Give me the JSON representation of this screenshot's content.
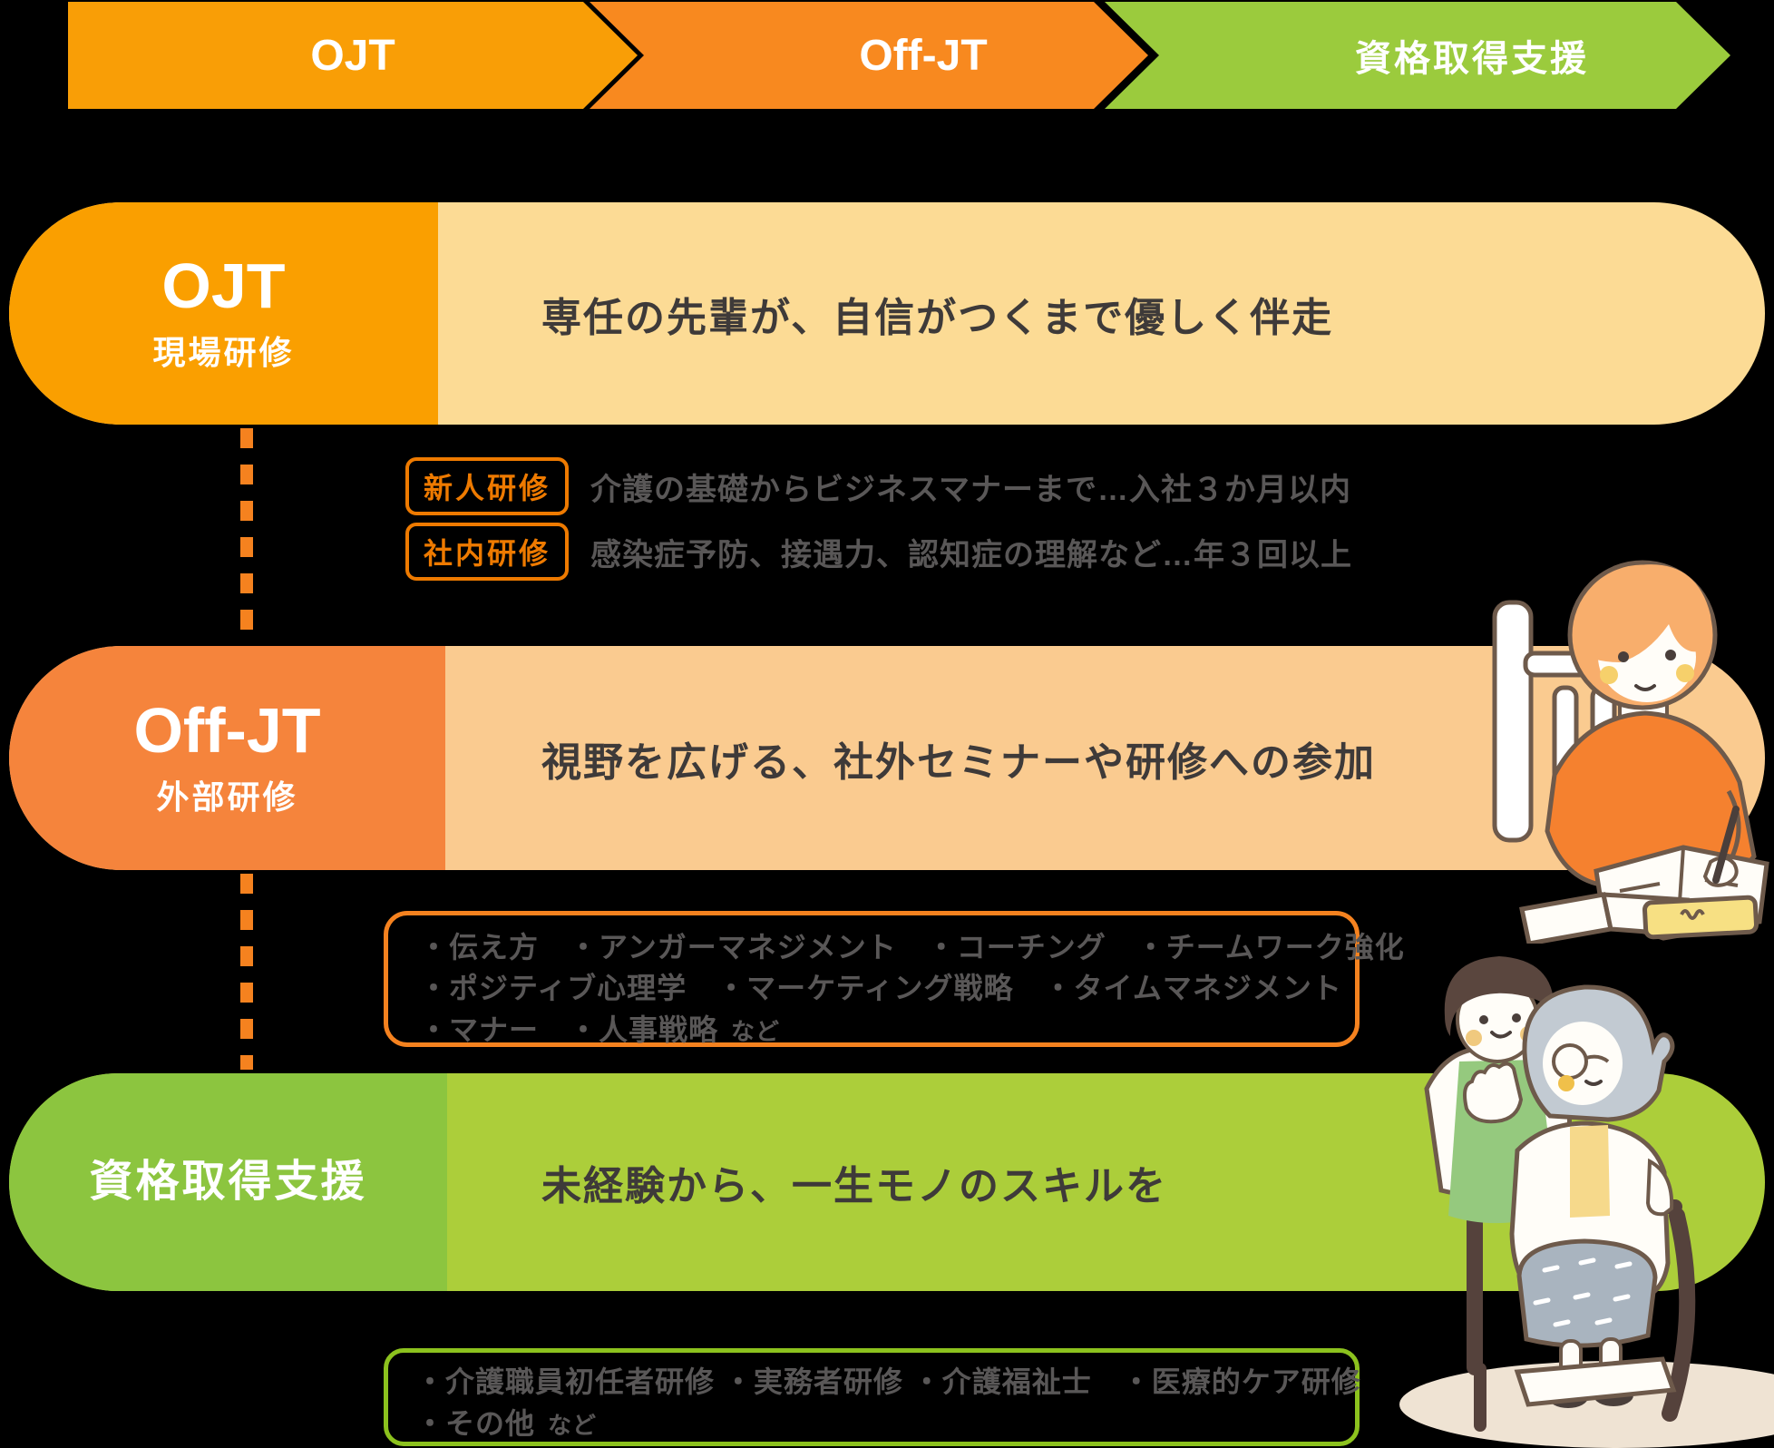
{
  "banner": {
    "steps": [
      {
        "label": "OJT"
      },
      {
        "label": "Off-JT"
      },
      {
        "label": "資格取得支援"
      }
    ]
  },
  "rows": [
    {
      "title": "OJT",
      "subtitle": "現場研修",
      "heading": "専任の先輩が、自信がつくまで優しく伴走"
    },
    {
      "title": "Off-JT",
      "subtitle": "外部研修",
      "heading": "視野を広げる、社外セミナーや研修への参加"
    },
    {
      "title": "資格取得支援",
      "subtitle": "",
      "heading": "未経験から、一生モノのスキルを"
    }
  ],
  "ojt_details": [
    {
      "badge": "新人研修",
      "text": "介護の基礎からビジネスマナーまで…入社３か月以内"
    },
    {
      "badge": "社内研修",
      "text": "感染症予防、接遇力、認知症の理解など…年３回以上"
    }
  ],
  "offjt_box": {
    "line1": "・伝え方　・アンガーマネジメント　・コーチング　・チームワーク強化",
    "line2": "・ポジティブ心理学　・マーケティング戦略　・タイムマネジメント",
    "line3": "・マナー　・人事戦略",
    "suffix": "など"
  },
  "cert_box": {
    "line1": "・介護職員初任者研修 ・実務者研修 ・介護福祉士　・医療的ケア研修",
    "line2": "・その他",
    "suffix": "など"
  },
  "icons": {
    "illustration_top": "studying-woman-illustration",
    "illustration_bottom": "caregiver-wheelchair-illustration"
  },
  "colors": {
    "step1_orange": "#F99E06",
    "step2_orange": "#F8891F",
    "step3_green": "#9BCB3D",
    "row1_label": "#FA9F00",
    "row1_body": "#FCDB95",
    "row2_label": "#F5843C",
    "row2_body": "#FACB90",
    "row3_label": "#8CC53F",
    "row3_body": "#ACCE3A",
    "badge_orange": "#EE7A00",
    "box_orange_border": "#F5821F",
    "box_green_border": "#8CC21E",
    "heading_text": "#3E3A39",
    "detail_text": "#595757",
    "background": "#000000"
  }
}
